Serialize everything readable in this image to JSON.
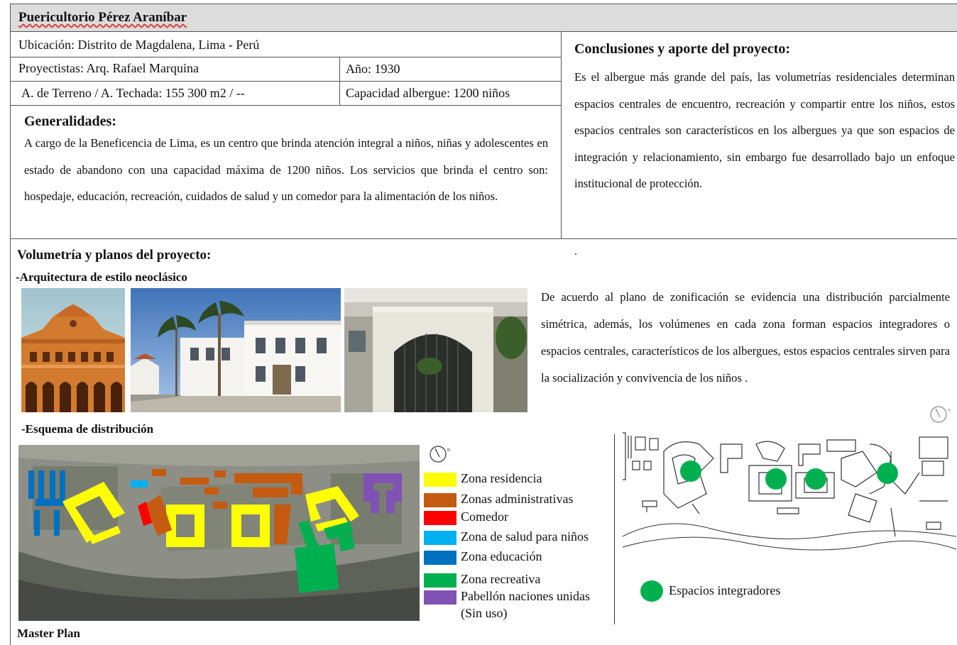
{
  "header": {
    "title": "Puericultorio Pérez Araníbar"
  },
  "info": {
    "location": "Ubicación: Distrito de Magdalena, Lima - Perú",
    "designers": "Proyectistas: Arq. Rafael Marquina",
    "year": "Año: 1930",
    "area": "A. de Terreno / A. Techada: 155 300 m2 /  --",
    "capacity": "Capacidad albergue: 1200 niños"
  },
  "generalities": {
    "heading": "Generalidades:",
    "text": "A cargo de la Beneficencia de Lima, es un centro que brinda atención integral a niños, niñas y adolescentes en estado de abandono con una capacidad máxima de 1200 niños. Los servicios que brinda el centro son: hospedaje, educación, recreación, cuidados de salud y un comedor para la alimentación de los niños."
  },
  "conclusions": {
    "heading": "Conclusiones y aporte del proyecto:",
    "text": "Es el albergue más grande del país, las volumetrías residenciales determinan espacios centrales de encuentro, recreación y compartir entre los niños, estos espacios centrales son característicos en los albergues ya que son espacios de integración y relacionamiento, sin embargo fue desarrollado bajo un enfoque institucional de protección.",
    "dot": "."
  },
  "volumetry": {
    "heading": "Volumetría y planos del proyecto:",
    "style_label": "-Arquitectura de estilo neoclásico",
    "distribution_label": "-Esquema de distribución",
    "master_plan_label": "Master Plan",
    "zoning_text": "De acuerdo al plano de zonificación se evidencia una distribución parcialmente simétrica, además, los volúmenes en cada zona forman espacios integradores o espacios centrales, característicos de los albergues, estos espacios centrales sirven para la socialización y convivencia de los niños ."
  },
  "legend": [
    {
      "label": "Zona residencia",
      "color": "#ffff00"
    },
    {
      "label": "Zonas administrativas",
      "color": "#c55a11"
    },
    {
      "label": "Comedor",
      "color": "#ff0000"
    },
    {
      "label": "Zona de salud para niños",
      "color": "#00b0f0"
    },
    {
      "label": "Zona educación",
      "color": "#0070c0"
    },
    {
      "label": "Zona recreativa",
      "color": "#00b050"
    },
    {
      "label": "Pabellón naciones unidas",
      "label2": "(Sin uso)",
      "color": "#7f52b4"
    }
  ],
  "integrators": {
    "label": "Espacios integradores",
    "color": "#00b050"
  },
  "colors": {
    "header_bg": "#dcdcdc",
    "border": "#555555"
  }
}
